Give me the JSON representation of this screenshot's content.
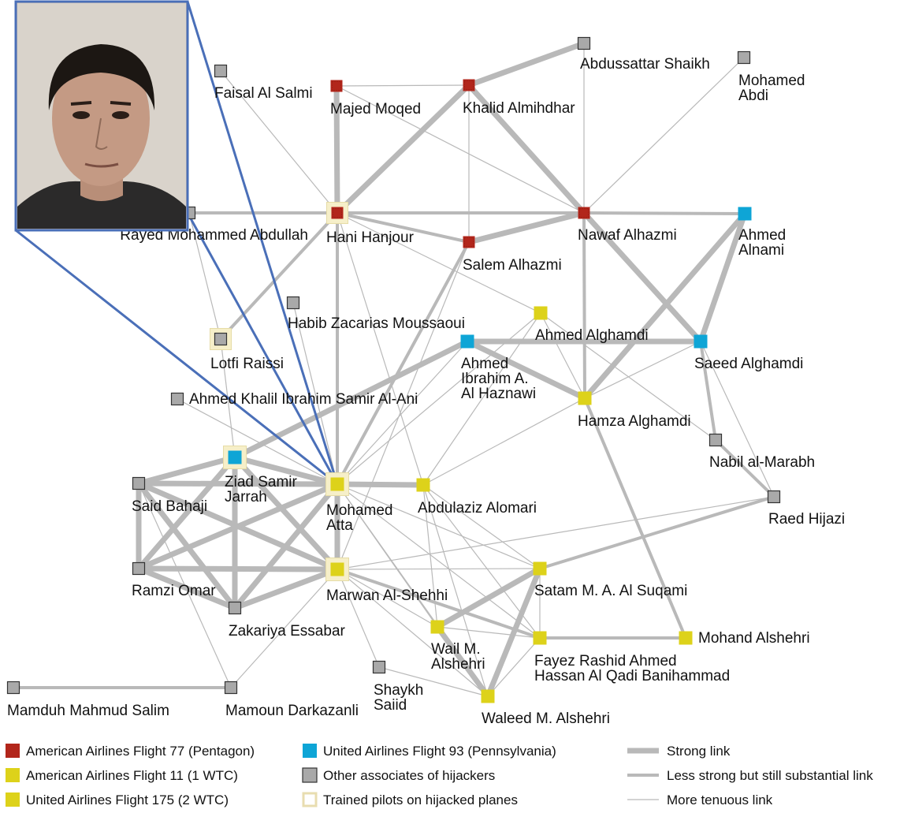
{
  "colors": {
    "aa77": "#b2261b",
    "aa11": "#ddd21a",
    "ua93": "#0ea5d6",
    "ua175": "#ddd21a",
    "other": "#a9a9a9",
    "pilot_frame": "#f6efc9",
    "link": "#b9b9b9",
    "callout": "#4a6fb8"
  },
  "photo": {
    "icon": "portrait-photo",
    "subject": "Mohamed Atta"
  },
  "nodes": [
    {
      "id": "faisal",
      "label": "Faisal Al Salmi",
      "group": "other"
    },
    {
      "id": "majed",
      "label": "Majed Moqed",
      "group": "aa77"
    },
    {
      "id": "khalid",
      "label": "Khalid Almihdhar",
      "group": "aa77"
    },
    {
      "id": "abdussattar",
      "label": "Abdussattar Shaikh",
      "group": "other"
    },
    {
      "id": "mabdi",
      "label": "Mohamed\nAbdi",
      "group": "other"
    },
    {
      "id": "rayed",
      "label": "Rayed Mohammed Abdullah",
      "group": "other"
    },
    {
      "id": "hani",
      "label": "Hani Hanjour",
      "group": "aa77",
      "pilot": true
    },
    {
      "id": "salem",
      "label": "Salem Alhazmi",
      "group": "aa77"
    },
    {
      "id": "nawaf",
      "label": "Nawaf Alhazmi",
      "group": "aa77"
    },
    {
      "id": "alnami",
      "label": "Ahmed\nAlnami",
      "group": "ua93"
    },
    {
      "id": "moussaoui",
      "label": "Habib Zacarias Moussaoui",
      "group": "other"
    },
    {
      "id": "aalghamdi",
      "label": "Ahmed Alghamdi",
      "group": "ua175"
    },
    {
      "id": "lotfi",
      "label": "Lotfi Raissi",
      "group": "other",
      "pilot": true
    },
    {
      "id": "haznawi",
      "label": "Ahmed\nIbrahim A.\nAl Haznawi",
      "group": "ua93"
    },
    {
      "id": "saeed",
      "label": "Saeed Alghamdi",
      "group": "ua93"
    },
    {
      "id": "alani",
      "label": "Ahmed Khalil Ibrahim Samir Al-Ani",
      "group": "other"
    },
    {
      "id": "hamza",
      "label": "Hamza Alghamdi",
      "group": "ua175"
    },
    {
      "id": "nabil",
      "label": "Nabil al-Marabh",
      "group": "other"
    },
    {
      "id": "ziad",
      "label": "Ziad Samir\nJarrah",
      "group": "ua93",
      "pilot": true
    },
    {
      "id": "bahaji",
      "label": "Said Bahaji",
      "group": "other"
    },
    {
      "id": "atta",
      "label": "Mohamed\nAtta",
      "group": "aa11",
      "pilot": true
    },
    {
      "id": "alomari",
      "label": "Abdulaziz Alomari",
      "group": "aa11"
    },
    {
      "id": "hijazi",
      "label": "Raed Hijazi",
      "group": "other"
    },
    {
      "id": "ramzi",
      "label": "Ramzi Omar",
      "group": "other"
    },
    {
      "id": "marwan",
      "label": "Marwan Al-Shehhi",
      "group": "ua175",
      "pilot": true
    },
    {
      "id": "satam",
      "label": "Satam M. A. Al Suqami",
      "group": "aa11"
    },
    {
      "id": "zakariya",
      "label": "Zakariya Essabar",
      "group": "other"
    },
    {
      "id": "wail",
      "label": "Wail M.\nAlshehri",
      "group": "aa11"
    },
    {
      "id": "fayez",
      "label": "Fayez Rashid Ahmed\nHassan Al Qadi Banihammad",
      "group": "ua175"
    },
    {
      "id": "mohand",
      "label": "Mohand Alshehri",
      "group": "ua175"
    },
    {
      "id": "shaykh",
      "label": "Shaykh\nSaiid",
      "group": "other"
    },
    {
      "id": "mamduh",
      "label": "Mamduh Mahmud Salim",
      "group": "other"
    },
    {
      "id": "mamoun",
      "label": "Mamoun Darkazanli",
      "group": "other"
    },
    {
      "id": "waleed",
      "label": "Waleed M. Alshehri",
      "group": "aa11"
    }
  ],
  "links": [
    {
      "s": "abdussattar",
      "t": "khalid",
      "w": 3
    },
    {
      "s": "majed",
      "t": "hani",
      "w": 3
    },
    {
      "s": "khalid",
      "t": "hani",
      "w": 3
    },
    {
      "s": "khalid",
      "t": "nawaf",
      "w": 3
    },
    {
      "s": "khalid",
      "t": "salem",
      "w": 1
    },
    {
      "s": "khalid",
      "t": "majed",
      "w": 1
    },
    {
      "s": "majed",
      "t": "nawaf",
      "w": 1
    },
    {
      "s": "hani",
      "t": "nawaf",
      "w": 2
    },
    {
      "s": "hani",
      "t": "salem",
      "w": 2
    },
    {
      "s": "salem",
      "t": "nawaf",
      "w": 3
    },
    {
      "s": "nawaf",
      "t": "alnami",
      "w": 2
    },
    {
      "s": "nawaf",
      "t": "saeed",
      "w": 3
    },
    {
      "s": "nawaf",
      "t": "hamza",
      "w": 2
    },
    {
      "s": "nawaf",
      "t": "mabdi",
      "w": 1
    },
    {
      "s": "abdussattar",
      "t": "nawaf",
      "w": 1
    },
    {
      "s": "rayed",
      "t": "hani",
      "w": 2
    },
    {
      "s": "rayed",
      "t": "lotfi",
      "w": 1
    },
    {
      "s": "faisal",
      "t": "hani",
      "w": 1
    },
    {
      "s": "hani",
      "t": "atta",
      "w": 2
    },
    {
      "s": "hani",
      "t": "aalghamdi",
      "w": 1
    },
    {
      "s": "hani",
      "t": "lotfi",
      "w": 2
    },
    {
      "s": "hani",
      "t": "alomari",
      "w": 1
    },
    {
      "s": "salem",
      "t": "atta",
      "w": 2
    },
    {
      "s": "salem",
      "t": "marwan",
      "w": 1
    },
    {
      "s": "alnami",
      "t": "saeed",
      "w": 3
    },
    {
      "s": "alnami",
      "t": "hamza",
      "w": 3
    },
    {
      "s": "haznawi",
      "t": "saeed",
      "w": 3
    },
    {
      "s": "haznawi",
      "t": "hamza",
      "w": 3
    },
    {
      "s": "haznawi",
      "t": "ziad",
      "w": 3
    },
    {
      "s": "aalghamdi",
      "t": "hamza",
      "w": 1
    },
    {
      "s": "aalghamdi",
      "t": "nabil",
      "w": 1
    },
    {
      "s": "hamza",
      "t": "mohand",
      "w": 2
    },
    {
      "s": "hamza",
      "t": "alomari",
      "w": 1
    },
    {
      "s": "hamza",
      "t": "saeed",
      "w": 1
    },
    {
      "s": "saeed",
      "t": "nabil",
      "w": 2
    },
    {
      "s": "saeed",
      "t": "hijazi",
      "w": 1
    },
    {
      "s": "nabil",
      "t": "hijazi",
      "w": 2
    },
    {
      "s": "hijazi",
      "t": "marwan",
      "w": 1
    },
    {
      "s": "hijazi",
      "t": "satam",
      "w": 2
    },
    {
      "s": "ziad",
      "t": "bahaji",
      "w": 3
    },
    {
      "s": "ziad",
      "t": "atta",
      "w": 3
    },
    {
      "s": "ziad",
      "t": "ramzi",
      "w": 3
    },
    {
      "s": "ziad",
      "t": "marwan",
      "w": 3
    },
    {
      "s": "ziad",
      "t": "zakariya",
      "w": 3
    },
    {
      "s": "ziad",
      "t": "lotfi",
      "w": 1
    },
    {
      "s": "bahaji",
      "t": "atta",
      "w": 3
    },
    {
      "s": "bahaji",
      "t": "ramzi",
      "w": 3
    },
    {
      "s": "bahaji",
      "t": "marwan",
      "w": 3
    },
    {
      "s": "bahaji",
      "t": "zakariya",
      "w": 3
    },
    {
      "s": "ramzi",
      "t": "atta",
      "w": 3
    },
    {
      "s": "ramzi",
      "t": "marwan",
      "w": 3
    },
    {
      "s": "ramzi",
      "t": "zakariya",
      "w": 3
    },
    {
      "s": "zakariya",
      "t": "atta",
      "w": 3
    },
    {
      "s": "zakariya",
      "t": "marwan",
      "w": 3
    },
    {
      "s": "atta",
      "t": "marwan",
      "w": 3
    },
    {
      "s": "atta",
      "t": "alomari",
      "w": 3
    },
    {
      "s": "atta",
      "t": "moussaoui",
      "w": 1
    },
    {
      "s": "atta",
      "t": "alani",
      "w": 1
    },
    {
      "s": "atta",
      "t": "satam",
      "w": 1
    },
    {
      "s": "atta",
      "t": "wail",
      "w": 1
    },
    {
      "s": "atta",
      "t": "waleed",
      "w": 1
    },
    {
      "s": "atta",
      "t": "fayez",
      "w": 1
    },
    {
      "s": "atta",
      "t": "aalghamdi",
      "w": 1
    },
    {
      "s": "atta",
      "t": "haznawi",
      "w": 1
    },
    {
      "s": "alomari",
      "t": "wail",
      "w": 1
    },
    {
      "s": "alomari",
      "t": "waleed",
      "w": 1
    },
    {
      "s": "alomari",
      "t": "satam",
      "w": 1
    },
    {
      "s": "alomari",
      "t": "fayez",
      "w": 1
    },
    {
      "s": "alomari",
      "t": "aalghamdi",
      "w": 1
    },
    {
      "s": "marwan",
      "t": "satam",
      "w": 1
    },
    {
      "s": "marwan",
      "t": "wail",
      "w": 1
    },
    {
      "s": "marwan",
      "t": "waleed",
      "w": 1
    },
    {
      "s": "marwan",
      "t": "fayez",
      "w": 2
    },
    {
      "s": "marwan",
      "t": "mamoun",
      "w": 1
    },
    {
      "s": "marwan",
      "t": "shaykh",
      "w": 1
    },
    {
      "s": "satam",
      "t": "wail",
      "w": 3
    },
    {
      "s": "satam",
      "t": "waleed",
      "w": 3
    },
    {
      "s": "satam",
      "t": "fayez",
      "w": 1
    },
    {
      "s": "wail",
      "t": "waleed",
      "w": 3
    },
    {
      "s": "wail",
      "t": "fayez",
      "w": 1
    },
    {
      "s": "fayez",
      "t": "mohand",
      "w": 2
    },
    {
      "s": "fayez",
      "t": "waleed",
      "w": 1
    },
    {
      "s": "shaykh",
      "t": "waleed",
      "w": 1
    },
    {
      "s": "mamduh",
      "t": "mamoun",
      "w": 2
    },
    {
      "s": "mamoun",
      "t": "bahaji",
      "w": 1
    }
  ],
  "legend": {
    "groups": [
      {
        "group": "aa77",
        "label": "American Airlines Flight 77 (Pentagon)"
      },
      {
        "group": "aa11",
        "label": "American Airlines Flight 11 (1 WTC)"
      },
      {
        "group": "ua175",
        "label": "United Airlines Flight 175 (2 WTC)"
      },
      {
        "group": "ua93",
        "label": "United Airlines Flight 93 (Pennsylvania)"
      },
      {
        "group": "other",
        "label": "Other associates of hijackers"
      },
      {
        "group": "pilot",
        "label": "Trained pilots on hijacked planes"
      }
    ],
    "links": [
      {
        "w": 3,
        "label": "Strong link"
      },
      {
        "w": 2,
        "label": "Less strong but still substantial link"
      },
      {
        "w": 1,
        "label": "More tenuous link"
      }
    ]
  }
}
